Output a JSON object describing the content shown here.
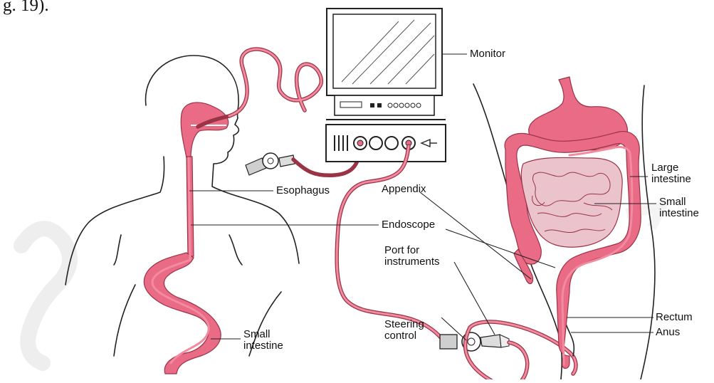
{
  "caption": "g. 19).",
  "labels": {
    "monitor": "Monitor",
    "esophagus": "Esophagus",
    "appendix": "Appendix",
    "endoscope": "Endoscope",
    "port": "Port for\ninstruments",
    "steering": "Steering\ncontrol",
    "small_intestine_left": "Small\nintestine",
    "large_intestine": "Large\nintestine",
    "small_intestine_right": "Small\nintestine",
    "rectum": "Rectum",
    "anus": "Anus"
  },
  "colors": {
    "organ_pink": "#e96b86",
    "intestine_light": "#eac3cd",
    "tube": "#9a3346",
    "outline": "#222222"
  }
}
